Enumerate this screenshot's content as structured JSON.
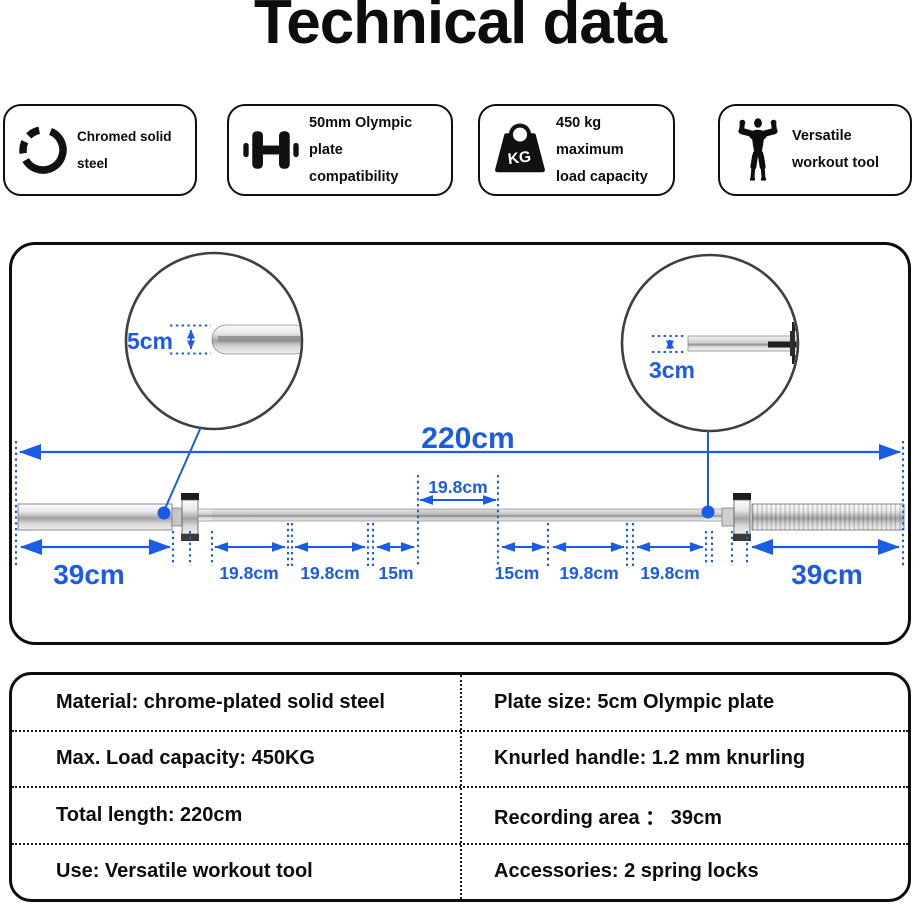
{
  "title": "Technical data",
  "colors": {
    "accent_blue": "#1a5ce6",
    "ink": "#0d0d0d"
  },
  "features": [
    {
      "icon": "ring-icon",
      "lines": [
        "Chromed solid steel"
      ]
    },
    {
      "icon": "dumbbell-icon",
      "lines": [
        "50mm Olympic plate",
        "compatibility"
      ]
    },
    {
      "icon": "weight-kg-icon",
      "badge": "KG",
      "lines": [
        "450 kg maximum",
        "load capacity"
      ]
    },
    {
      "icon": "bodybuilder-icon",
      "lines": [
        "Versatile",
        "workout tool"
      ]
    }
  ],
  "diagram": {
    "total_length": "220cm",
    "center_segment": "19.8cm",
    "sleeve_left": "39cm",
    "sleeve_right": "39cm",
    "segments": [
      "19.8cm",
      "19.8cm",
      "15m",
      "15cm",
      "19.8cm",
      "19.8cm"
    ],
    "inset_left": "5cm",
    "inset_right": "3cm"
  },
  "table": {
    "rows": [
      {
        "left": "Material: chrome-plated solid steel",
        "right": "Plate size: 5cm Olympic plate"
      },
      {
        "left": "Max. Load capacity: 450KG",
        "right": "Knurled handle: 1.2 mm knurling"
      },
      {
        "left": "Total length: 220cm",
        "right": "Recording area ： 39cm"
      },
      {
        "left": "Use: Versatile workout tool",
        "right": "Accessories: 2 spring locks"
      }
    ]
  }
}
